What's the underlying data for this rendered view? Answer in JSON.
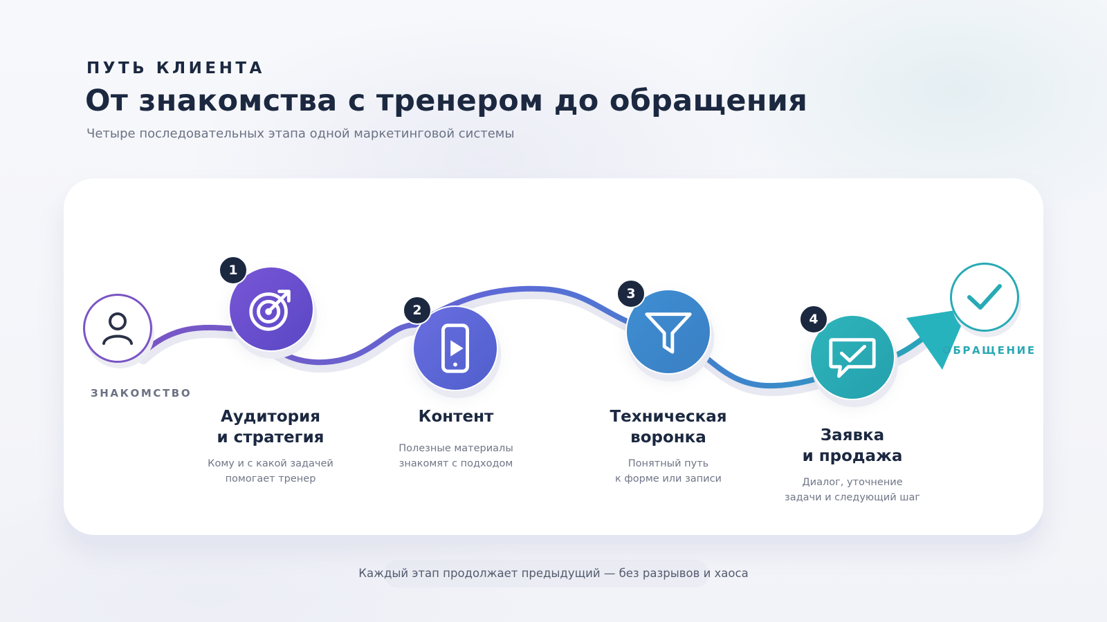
{
  "header": {
    "eyebrow": "ПУТЬ КЛИЕНТА",
    "title": "От знакомства с тренером до обращения",
    "subtitle": "Четыре последовательных этапа одной маркетинговой системы"
  },
  "journey": {
    "start": {
      "label": "ЗНАКОМСТВО",
      "icon": "user-icon",
      "color": "#7a54c4"
    },
    "end": {
      "label": "ОБРАЩЕНИЕ",
      "icon": "checkmark-icon",
      "color": "#27aab5"
    },
    "stages": [
      {
        "number": "1",
        "title": "Аудитория\nи стратегия",
        "description": "Кому и с какой задачей\nпомогает тренер",
        "icon": "target-icon",
        "color": "#6a4fcf"
      },
      {
        "number": "2",
        "title": "Контент",
        "description": "Полезные материалы\nзнакомят с подходом",
        "icon": "video-phone-icon",
        "color": "#5a67d8"
      },
      {
        "number": "3",
        "title": "Техническая\nворонка",
        "description": "Понятный путь\nк форме или записи",
        "icon": "funnel-icon",
        "color": "#3d86cc"
      },
      {
        "number": "4",
        "title": "Заявка\nи продажа",
        "description": "Диалог, уточнение\nзадачи и следующий шаг",
        "icon": "chat-check-icon",
        "color": "#27aab5"
      }
    ]
  },
  "footer": {
    "note": "Каждый этап продолжает предыдущий — без разрывов и хаоса"
  }
}
